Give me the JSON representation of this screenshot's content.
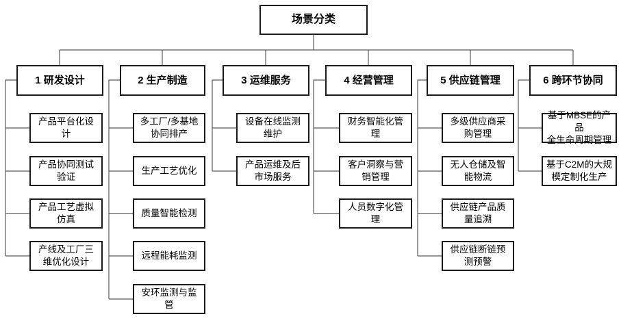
{
  "diagram": {
    "root": {
      "label": "场景分类"
    },
    "columns": [
      {
        "label": "1 研发设计",
        "children": [
          "产品平台化设\n计",
          "产品协同测试\n验证",
          "产品工艺虚拟\n仿真",
          "产线及工厂三\n维优化设计"
        ]
      },
      {
        "label": "2 生产制造",
        "children": [
          "多工厂/多基地\n协同排产",
          "生产工艺优化",
          "质量智能检测",
          "远程能耗监测",
          "安环监测与监\n管"
        ]
      },
      {
        "label": "3 运维服务",
        "children": [
          "设备在线监测\n维护",
          "产品运维及后\n市场服务"
        ]
      },
      {
        "label": "4 经营管理",
        "children": [
          "财务智能化管\n理",
          "客户洞察与营\n销管理",
          "人员数字化管\n理"
        ]
      },
      {
        "label": "5 供应链管理",
        "children": [
          "多级供应商采\n购管理",
          "无人仓储及智\n能物流",
          "供应链产品质\n量追溯",
          "供应链断链预\n测预警"
        ]
      },
      {
        "label": "6 跨环节协同",
        "children": [
          "基于MBSE的产品\n全生命周期管理",
          "基于C2M的大规\n模定制化生产"
        ]
      }
    ],
    "colors": {
      "background": "#ffffff",
      "box_border": "#1a1a1a",
      "connector_line": "#595959",
      "text": "#000000"
    }
  }
}
